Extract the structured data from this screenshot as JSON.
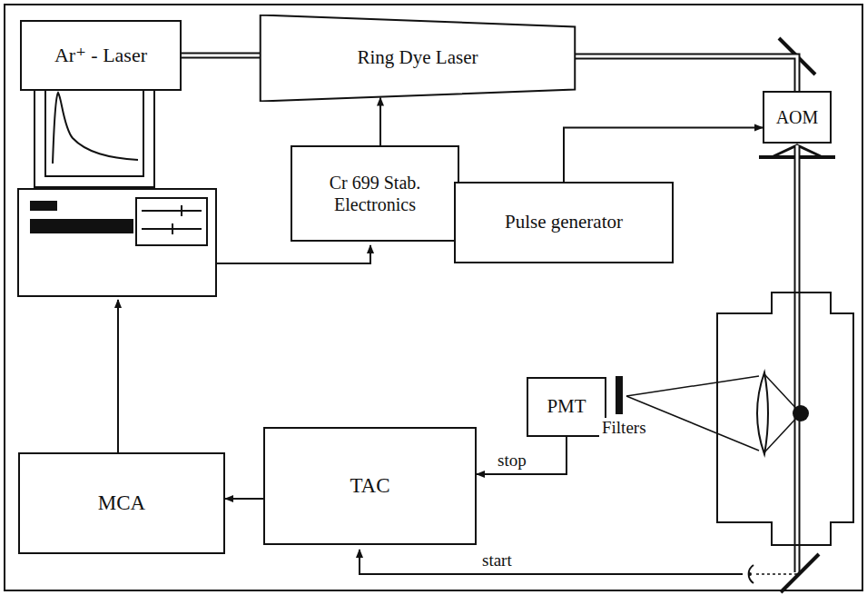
{
  "diagram": {
    "nodes": [
      {
        "text": [
          "Ar⁺ - Laser"
        ]
      },
      {
        "text": [
          "Ring Dye Laser"
        ]
      },
      {
        "text": [
          "AOM"
        ]
      },
      {
        "text": [
          "Cr 699 Stab. Electronics"
        ]
      },
      {
        "text": [
          "Pulse generator"
        ]
      },
      {
        "text": [
          "PMT"
        ]
      },
      {
        "text": [
          "MCA"
        ]
      },
      {
        "text": [
          "TAC"
        ]
      }
    ],
    "edges": [
      {
        "from": 0,
        "to": 1,
        "arrow": "none"
      },
      {
        "from": 1,
        "to": 2,
        "arrow": "none"
      },
      {
        "from": 3,
        "to": 1,
        "arrow": "to"
      },
      {
        "from": 4,
        "to": 2,
        "arrow": "to"
      },
      {
        "from": 5,
        "to": 7,
        "label": "stop",
        "arrow": "to"
      },
      {
        "from": 7,
        "to": 6,
        "arrow": "to"
      }
    ],
    "labels": [
      "Filters",
      "start"
    ]
  }
}
